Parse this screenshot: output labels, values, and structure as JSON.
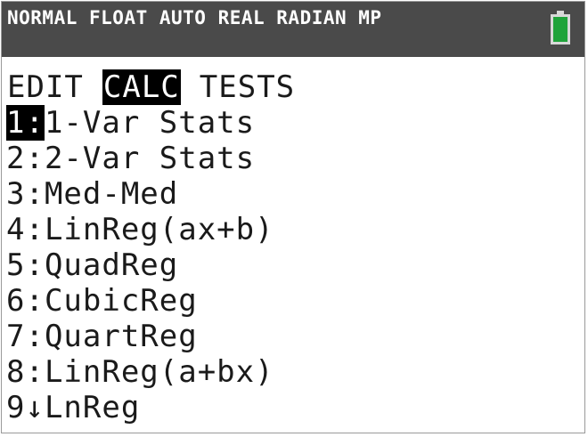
{
  "status_bar": {
    "text": "NORMAL FLOAT AUTO REAL RADIAN MP",
    "battery_icon": "battery-full-icon",
    "battery_color": "#1fa33a"
  },
  "tabs": [
    {
      "label": "EDIT",
      "active": false
    },
    {
      "label": "CALC",
      "active": true
    },
    {
      "label": "TESTS",
      "active": false
    }
  ],
  "menu": {
    "items": [
      {
        "number": "1:",
        "label": "1-Var Stats"
      },
      {
        "number": "2:",
        "label": "2-Var Stats"
      },
      {
        "number": "3:",
        "label": "Med-Med"
      },
      {
        "number": "4:",
        "label": "LinReg(ax+b)"
      },
      {
        "number": "5:",
        "label": "QuadReg"
      },
      {
        "number": "6:",
        "label": "CubicReg"
      },
      {
        "number": "7:",
        "label": "QuartReg"
      },
      {
        "number": "8:",
        "label": "LinReg(a+bx)"
      },
      {
        "number": "9↓",
        "label": "LnReg"
      }
    ],
    "selected_index": 0
  },
  "colors": {
    "status_bg": "#4a4a4a",
    "highlight_bg": "#000000",
    "text": "#1a1a1a"
  }
}
